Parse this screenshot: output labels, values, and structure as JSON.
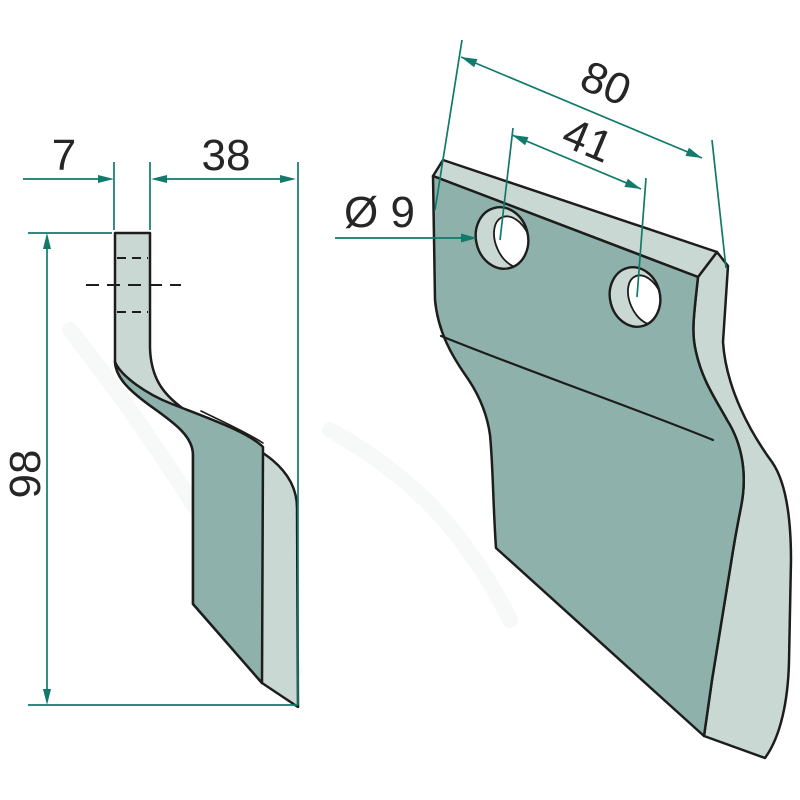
{
  "drawing": {
    "side_view": {
      "thickness_label": "7",
      "offset_label": "38",
      "height_label": "98"
    },
    "iso_view": {
      "width_label": "80",
      "hole_spacing_label": "41",
      "hole_diameter_label": "Ø 9"
    }
  },
  "colors": {
    "bg": "#ffffff",
    "face_light": "#cad8d4",
    "face_dark": "#8eb1ab",
    "outline": "#1d1d1b",
    "dim_color": "#117a6b",
    "label_color": "#262626",
    "watermark": "#f0f3f2"
  }
}
